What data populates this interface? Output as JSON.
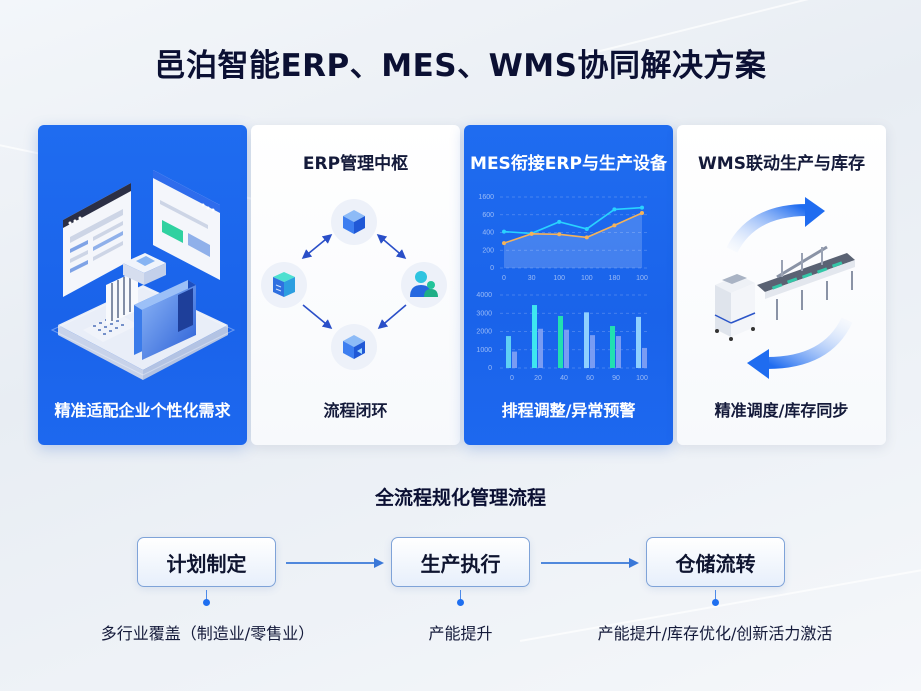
{
  "title": "邑泊智能ERP、MES、WMS协同解决方案",
  "cards": [
    {
      "variant": "blue",
      "title": "",
      "caption": "精准适配企业个性化需求",
      "illustration": "isometric-software-workstation"
    },
    {
      "variant": "white",
      "title": "ERP管理中枢",
      "caption": "流程闭环",
      "illustration": "loop-diagram",
      "nodes": [
        "cube-icon",
        "database-icon",
        "users-icon",
        "cube-play-icon"
      ]
    },
    {
      "variant": "blue",
      "title": "MES衔接ERP与生产设备",
      "caption": "排程调整/异常预警",
      "illustration": "charts"
    },
    {
      "variant": "white",
      "title": "WMS联动生产与库存",
      "caption": "精准调度/库存同步",
      "illustration": "conveyor-sync"
    }
  ],
  "chart_data": [
    {
      "type": "line",
      "title": "",
      "x": [
        "0",
        "30",
        "100",
        "100",
        "180",
        "100"
      ],
      "yticks": [
        "0",
        "200",
        "400",
        "600",
        "1600"
      ],
      "ylim": [
        0,
        800
      ],
      "series": [
        {
          "name": "cyan",
          "color": "#29d3ff",
          "values": [
            410,
            390,
            520,
            440,
            660,
            680
          ]
        },
        {
          "name": "orange",
          "color": "#f5b35a",
          "values": [
            280,
            385,
            380,
            345,
            480,
            620
          ]
        }
      ],
      "area_under": "orange",
      "grid": true
    },
    {
      "type": "bar",
      "title": "",
      "categories": [
        "0",
        "20",
        "40",
        "60",
        "90",
        "100"
      ],
      "yticks": [
        "0",
        "1000",
        "2000",
        "3000",
        "4000"
      ],
      "ylim": [
        0,
        4000
      ],
      "series": [
        {
          "name": "primary",
          "colors": [
            "#5fd0f5",
            "#3ee6f0",
            "#22e0b0",
            "#8fd0ff",
            "#22e0b0",
            "#8fd0ff"
          ],
          "values": [
            1750,
            3450,
            2850,
            3050,
            2300,
            2800
          ]
        },
        {
          "name": "secondary",
          "color": "#8aa6f5",
          "values": [
            900,
            2150,
            2100,
            1800,
            1750,
            1100
          ]
        }
      ],
      "grid": true
    }
  ],
  "flow": {
    "title": "全流程规化管理流程",
    "steps": [
      {
        "label": "计划制定",
        "caption": "多行业覆盖（制造业/零售业）"
      },
      {
        "label": "生产执行",
        "caption": "产能提升"
      },
      {
        "label": "仓储流转",
        "caption": "产能提升/库存优化/创新活力激活"
      }
    ]
  },
  "colors": {
    "accent": "#1f6cf0",
    "title_text": "#0b1033",
    "step_border": "#7fa3d8",
    "dot": "#1f6ff0"
  }
}
